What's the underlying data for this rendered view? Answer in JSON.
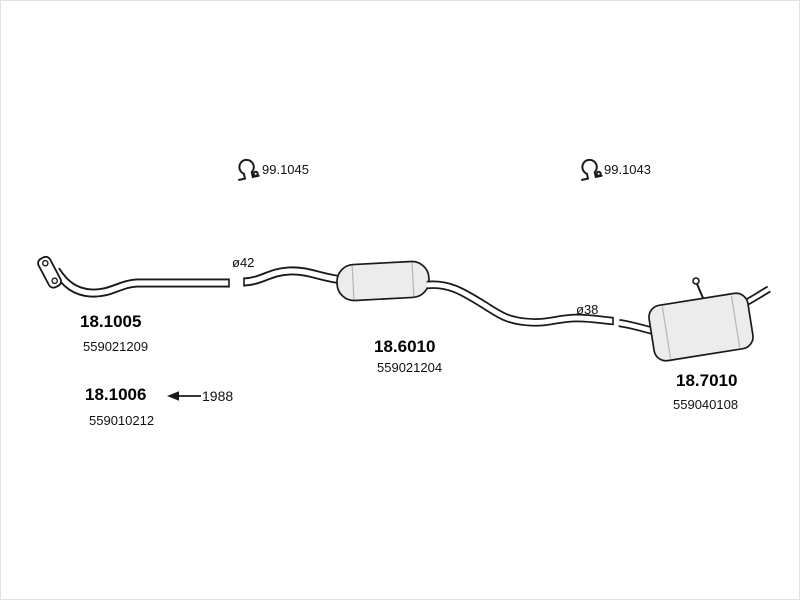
{
  "page": {
    "background": "#ffffff",
    "line_color": "#1a1a1a",
    "muffler_fill": "#ececec"
  },
  "diagram": {
    "clamps": [
      {
        "label": "99.1045"
      },
      {
        "label": "99.1043"
      }
    ],
    "parts": [
      {
        "id": "18.1005",
        "ref": "559021209"
      },
      {
        "id": "18.1006",
        "ref": "559010212",
        "year_note": "1988"
      },
      {
        "id": "18.6010",
        "ref": "559021204"
      },
      {
        "id": "18.7010",
        "ref": "559040108"
      }
    ],
    "dims": [
      {
        "label": "ø42"
      },
      {
        "label": "ø38"
      }
    ]
  }
}
